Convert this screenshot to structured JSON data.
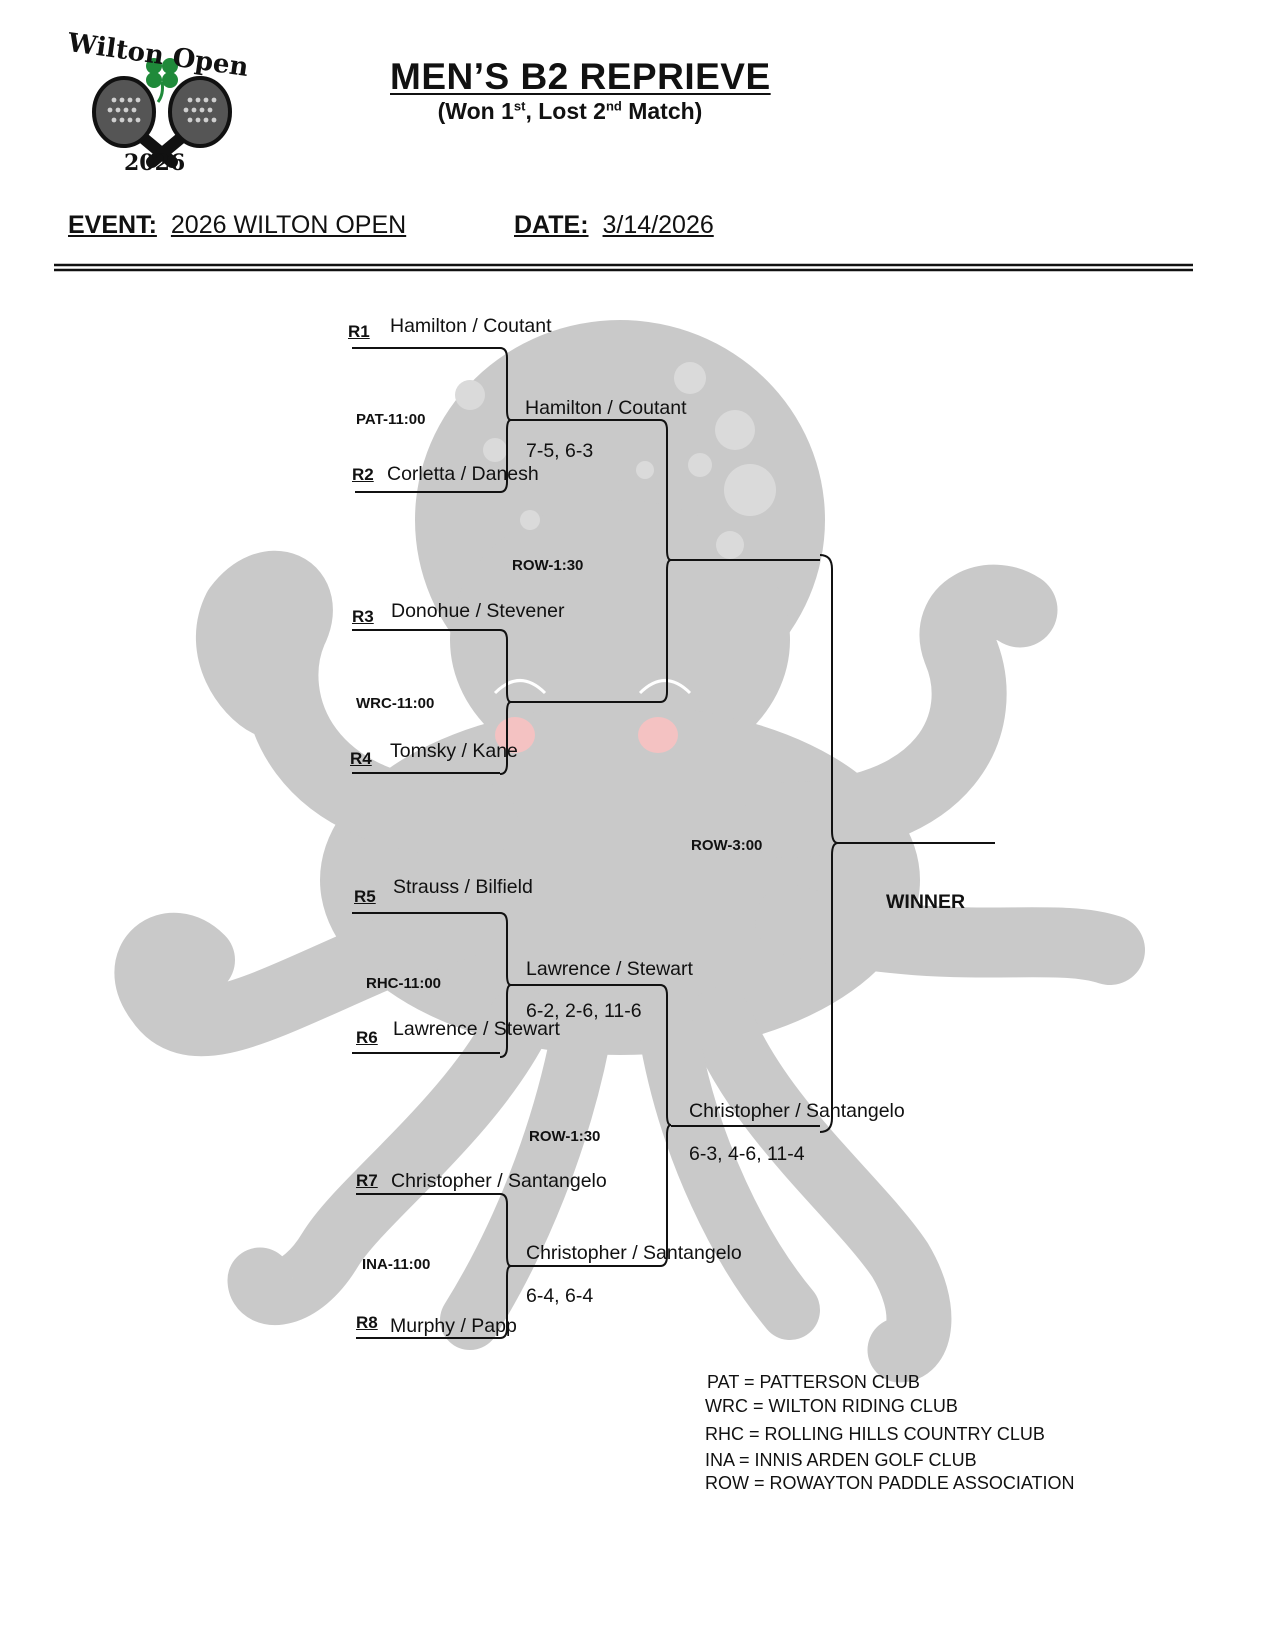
{
  "logo": {
    "text": "Wilton Open",
    "year": "2026"
  },
  "title": "MEN’S B2 REPRIEVE",
  "subtitle": {
    "open": "(Won 1",
    "sup1": "st",
    "mid": ", Lost 2",
    "sup2": "nd",
    "close": " Match)"
  },
  "event": {
    "label": "EVENT:",
    "value": "2026 WILTON OPEN"
  },
  "date": {
    "label": "DATE:",
    "value": "3/14/2026"
  },
  "round1": [
    {
      "seed": "R1",
      "team": "Hamilton / Coutant"
    },
    {
      "seed": "R2",
      "team": "Corletta / Danesh"
    },
    {
      "seed": "R3",
      "team": "Donohue / Stevener"
    },
    {
      "seed": "R4",
      "team": "Tomsky / Kane"
    },
    {
      "seed": "R5",
      "team": "Strauss / Bilfield"
    },
    {
      "seed": "R6",
      "team": "Lawrence / Stewart"
    },
    {
      "seed": "R7",
      "team": "Christopher / Santangelo"
    },
    {
      "seed": "R8",
      "team": "Murphy / Papp"
    }
  ],
  "round1_times": [
    "PAT-11:00",
    "WRC-11:00",
    "RHC-11:00",
    "INA-11:00"
  ],
  "round2": [
    {
      "team": "Hamilton / Coutant",
      "score": "7-5, 6-3"
    },
    {
      "team": "",
      "score": ""
    },
    {
      "team": "Lawrence / Stewart",
      "score": "6-2, 2-6, 11-6"
    },
    {
      "team": "Christopher / Santangelo",
      "score": "6-4, 6-4"
    }
  ],
  "round2_times": [
    "ROW-1:30",
    "ROW-1:30"
  ],
  "round3": [
    {
      "team": "",
      "score": ""
    },
    {
      "team": "Christopher / Santangelo",
      "score": "6-3, 4-6, 11-4"
    }
  ],
  "final_time": "ROW-3:00",
  "winner_label": "WINNER",
  "legend": [
    "PAT = PATTERSON CLUB",
    "WRC = WILTON RIDING CLUB",
    "RHC = ROLLING HILLS COUNTRY CLUB",
    "INA = INNIS ARDEN GOLF CLUB",
    "ROW = ROWAYTON PADDLE ASSOCIATION"
  ],
  "colors": {
    "octopus": "#c9c9c9",
    "spots": "#dadada",
    "cheeks": "#f4c2c2",
    "clover": "#1f8a3a",
    "ink": "#111111"
  },
  "icons": {
    "logo_rackets": "crossed-paddle-rackets-icon",
    "logo_clover": "four-leaf-clover-icon",
    "background": "octopus-illustration"
  }
}
